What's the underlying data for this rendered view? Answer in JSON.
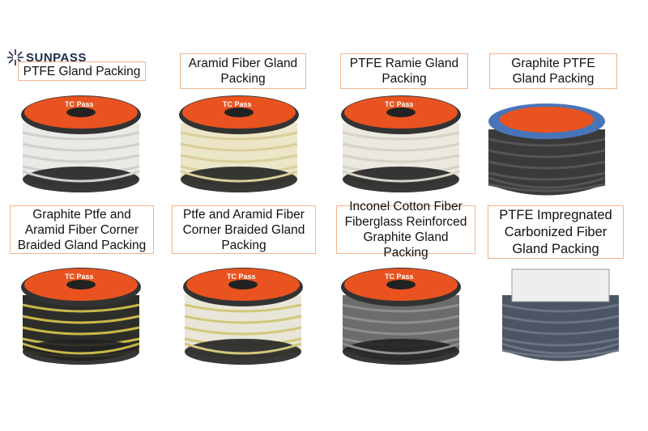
{
  "brand": {
    "name": "SUNPASS"
  },
  "spool_branding": "TC Pass",
  "products": [
    {
      "label": "PTFE Gland Packing",
      "color": "#e9e9e6",
      "stripe": "#cfcfcb"
    },
    {
      "label": "Aramid Fiber Gland Packing",
      "color": "#ece6c8",
      "stripe": "#d9cf9a"
    },
    {
      "label": "PTFE Ramie Gland Packing",
      "color": "#ebe8df",
      "stripe": "#d6d2c6"
    },
    {
      "label": "Graphite PTFE Gland Packing",
      "color": "#3a3a3a",
      "stripe": "#555555"
    },
    {
      "label": "Graphite Ptfe and Aramid Fiber Corner Braided Gland Packing",
      "color": "#2d2d2a",
      "stripe": "#c8b84a"
    },
    {
      "label": "Ptfe and Aramid Fiber Corner Braided Gland Packing",
      "color": "#e8e6d8",
      "stripe": "#d3c77c"
    },
    {
      "label": "Inconel Cotton Fiber Fiberglass Reinforced Graphite Gland Packing",
      "color": "#6c6c6c",
      "stripe": "#8e8e8e"
    },
    {
      "label": "PTFE Impregnated Carbonized Fiber Gland Packing",
      "color": "#4c5563",
      "stripe": "#6b7482"
    }
  ]
}
